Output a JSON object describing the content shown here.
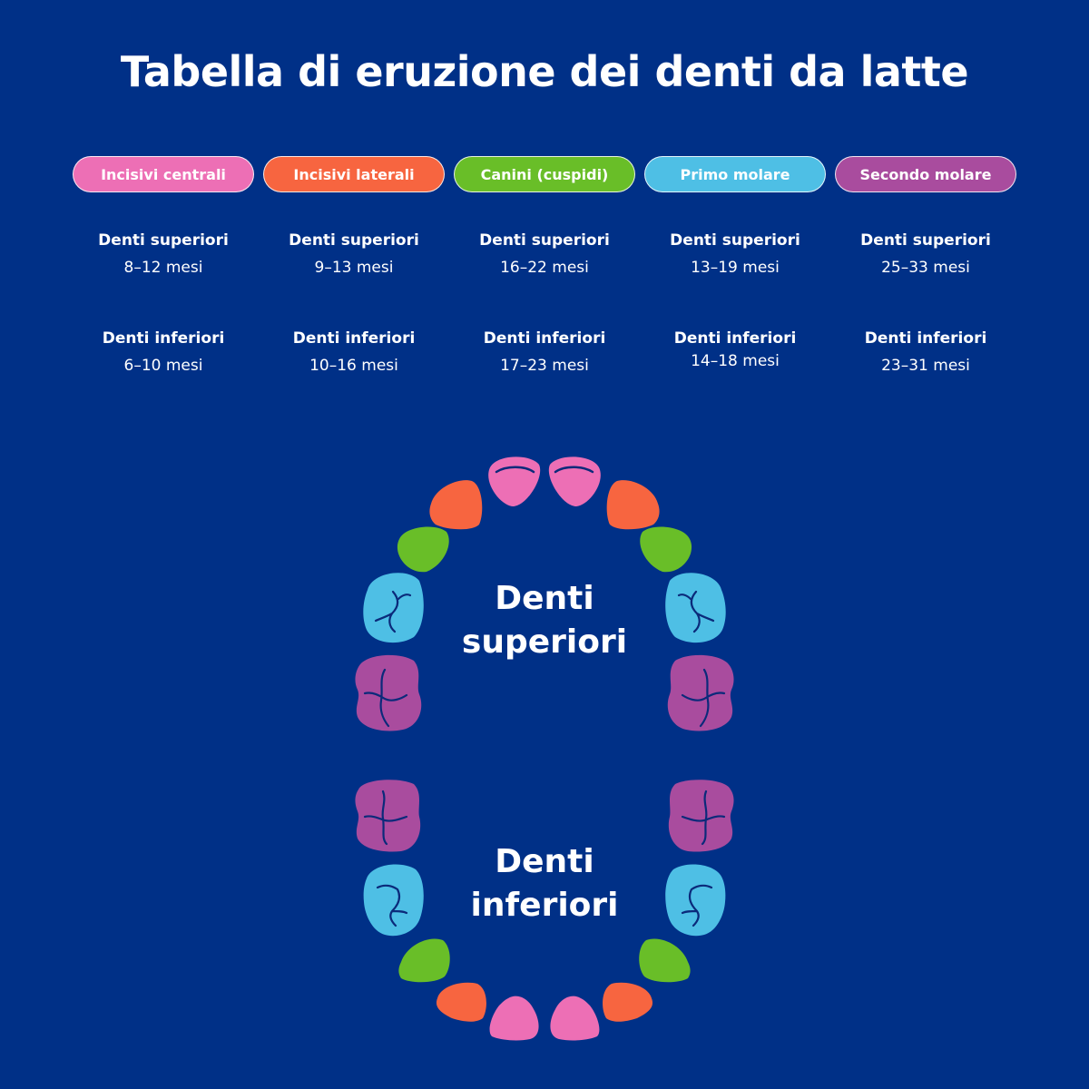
{
  "title": "Tabella di eruzione dei denti da latte",
  "colors": {
    "background": "#003087",
    "incisivi_centrali": "#ED6FB5",
    "incisivi_laterali": "#F76540",
    "canini": "#69BE28",
    "primo_molare": "#4EBFE5",
    "secondo_molare": "#A94C9E",
    "groove": "#0B2A7A"
  },
  "legend": [
    {
      "label": "Incisivi centrali",
      "color": "#ED6FB5"
    },
    {
      "label": "Incisivi laterali",
      "color": "#F76540"
    },
    {
      "label": "Canini (cuspidi)",
      "color": "#69BE28"
    },
    {
      "label": "Primo molare",
      "color": "#4EBFE5"
    },
    {
      "label": "Secondo molare",
      "color": "#A94C9E"
    }
  ],
  "columns": [
    {
      "upper_label": "Denti superiori",
      "upper_value": "8–12 mesi",
      "lower_label": "Denti inferiori",
      "lower_value": "6–10 mesi"
    },
    {
      "upper_label": "Denti superiori",
      "upper_value": "9–13 mesi",
      "lower_label": "Denti inferiori",
      "lower_value": "10–16 mesi"
    },
    {
      "upper_label": "Denti superiori",
      "upper_value": "16–22 mesi",
      "lower_label": "Denti inferiori",
      "lower_value": "17–23 mesi"
    },
    {
      "upper_label": "Denti superiori",
      "upper_value": "13–19 mesi",
      "lower_label": "Denti inferiori",
      "lower_value": "14–18 mesi"
    },
    {
      "upper_label": "Denti superiori",
      "upper_value": "25–33 mesi",
      "lower_label": "Denti inferiori",
      "lower_value": "23–31 mesi"
    }
  ],
  "diagram": {
    "upper_label_line1": "Denti",
    "upper_label_line2": "superiori",
    "lower_label_line1": "Denti",
    "lower_label_line2": "inferiori"
  }
}
